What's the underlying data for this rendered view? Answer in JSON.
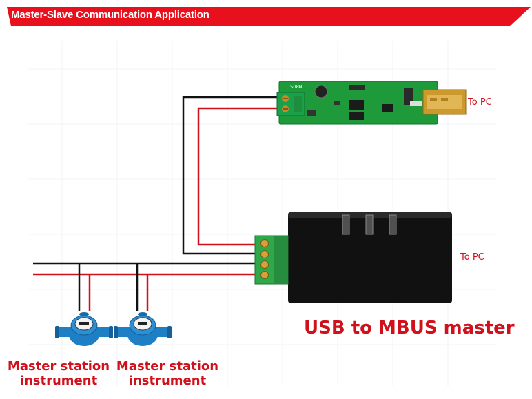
{
  "banner": {
    "title": "Master-Slave Communication Application",
    "color": "#e8101c"
  },
  "usb_module": {
    "board_marking": "MBUS",
    "to_pc_label": "To PC"
  },
  "master_box": {
    "to_pc_label": "To PC",
    "title": "USB to MBUS master"
  },
  "instruments": [
    {
      "line1": "Master station",
      "line2": "instrument"
    },
    {
      "line1": "Master station",
      "line2": "instrument"
    }
  ],
  "colors": {
    "wire_black": "#111111",
    "wire_red": "#d0101a",
    "pcb_green": "#1f9a3a",
    "terminal_green": "#2fa84a",
    "meter_blue": "#1f7fc4"
  }
}
